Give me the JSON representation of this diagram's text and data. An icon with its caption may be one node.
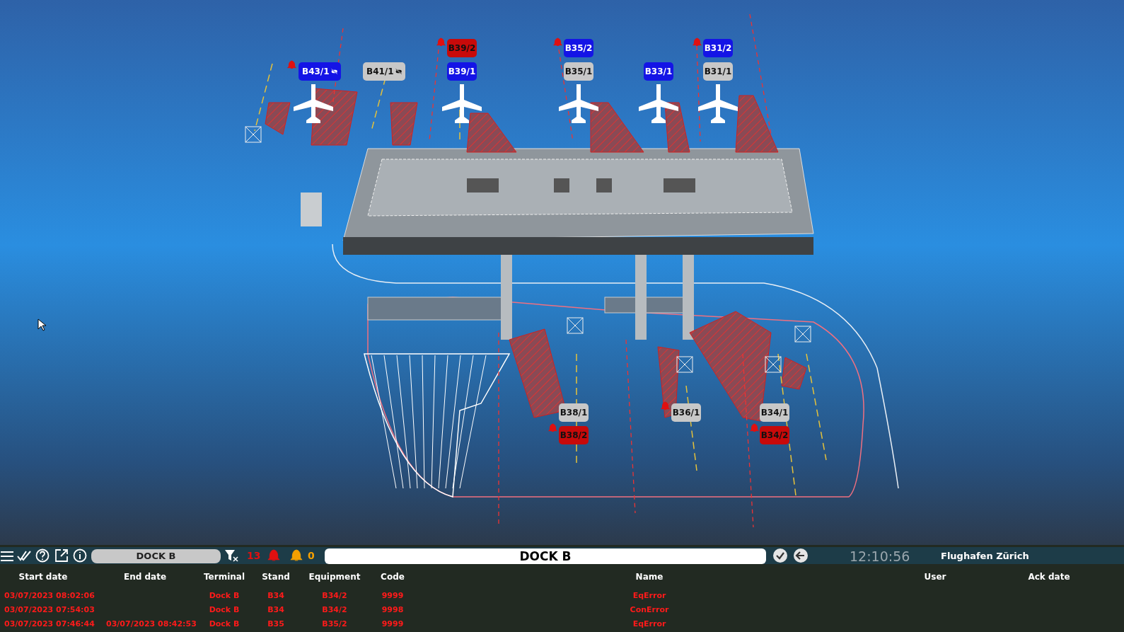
{
  "diagram": {
    "nodes": [
      {
        "text": [
          "B43/1"
        ]
      },
      {
        "text": [
          "B41/1"
        ]
      },
      {
        "text": [
          "B39/2"
        ]
      },
      {
        "text": [
          "B39/1"
        ]
      },
      {
        "text": [
          "B35/2"
        ]
      },
      {
        "text": [
          "B35/1"
        ]
      },
      {
        "text": [
          "B33/1"
        ]
      },
      {
        "text": [
          "B31/2"
        ]
      },
      {
        "text": [
          "B31/1"
        ]
      },
      {
        "text": [
          "B38/1"
        ]
      },
      {
        "text": [
          "B38/2"
        ]
      },
      {
        "text": [
          "B36/1"
        ]
      },
      {
        "text": [
          "B34/1"
        ]
      },
      {
        "text": [
          "B34/2"
        ]
      }
    ],
    "edges": [],
    "labels": [
      "DOCK B",
      "13",
      "0",
      "DOCK B",
      "12:10:56",
      "Flughafen Zürich",
      "Start date",
      "End date",
      "Terminal",
      "Stand",
      "Equipment",
      "Code",
      "Name",
      "User",
      "Ack date",
      "03/07/2023 08:02:06",
      "Dock B",
      "B34",
      "B34/2",
      "9999",
      "EqError",
      "03/07/2023 07:54:03",
      "Dock B",
      "B34",
      "B34/2",
      "9998",
      "ConError",
      "03/07/2023 07:46:44",
      "03/07/2023 08:42:53",
      "Dock B",
      "B35",
      "B35/2",
      "9999",
      "EqError"
    ]
  }
}
